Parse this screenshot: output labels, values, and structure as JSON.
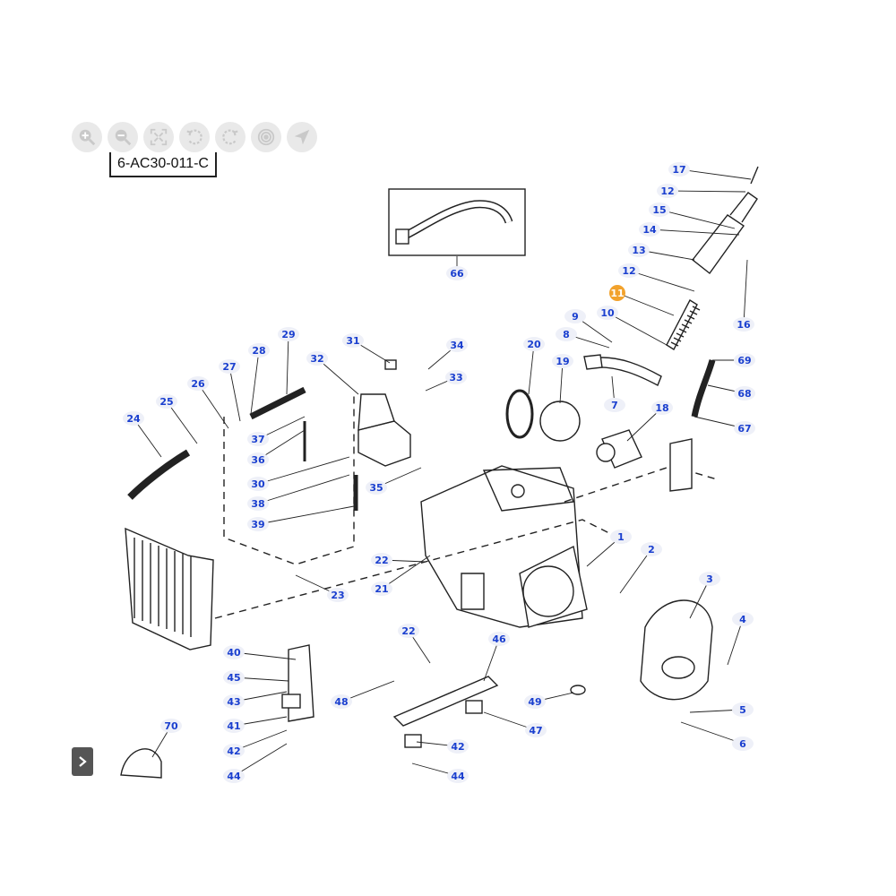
{
  "diagram_code": "6-AC30-011-C",
  "toolbar": [
    {
      "name": "zoom-in-icon"
    },
    {
      "name": "zoom-out-icon"
    },
    {
      "name": "fit-screen-icon"
    },
    {
      "name": "rotate-left-icon"
    },
    {
      "name": "rotate-right-icon"
    },
    {
      "name": "target-icon"
    },
    {
      "name": "navigate-icon"
    }
  ],
  "colors": {
    "callout_text": "#1a3fcf",
    "callout_bg": "#eef0f8",
    "selected_bg": "#f2a22c",
    "line": "#222222"
  },
  "selected_callout": "11",
  "callouts": [
    "1",
    "2",
    "3",
    "4",
    "5",
    "6",
    "7",
    "8",
    "9",
    "10",
    "11",
    "12",
    "12",
    "13",
    "14",
    "15",
    "16",
    "17",
    "18",
    "19",
    "20",
    "21",
    "22",
    "22",
    "23",
    "24",
    "25",
    "26",
    "27",
    "28",
    "29",
    "30",
    "31",
    "32",
    "33",
    "34",
    "35",
    "36",
    "37",
    "38",
    "39",
    "40",
    "41",
    "42",
    "42",
    "43",
    "44",
    "44",
    "45",
    "46",
    "47",
    "48",
    "49",
    "66",
    "67",
    "68",
    "69",
    "70"
  ]
}
